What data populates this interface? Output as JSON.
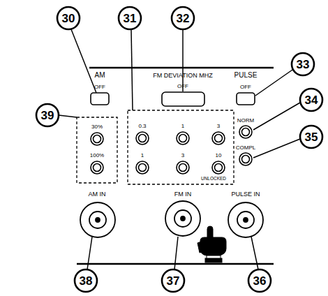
{
  "diagram": {
    "labels": [
      "30",
      "31",
      "32",
      "33",
      "34",
      "35",
      "39",
      "AM",
      "OFF",
      "FM DEVIATION MHZ",
      "OFF",
      "PULSE",
      "OFF",
      "NORM",
      "30%",
      "0.3",
      "1",
      "3",
      "COMPL",
      "100%",
      "1",
      "3",
      "10",
      "UNLOCKED",
      "AM IN",
      "FM IN",
      "PULSE IN",
      "38",
      "37",
      "36"
    ]
  }
}
